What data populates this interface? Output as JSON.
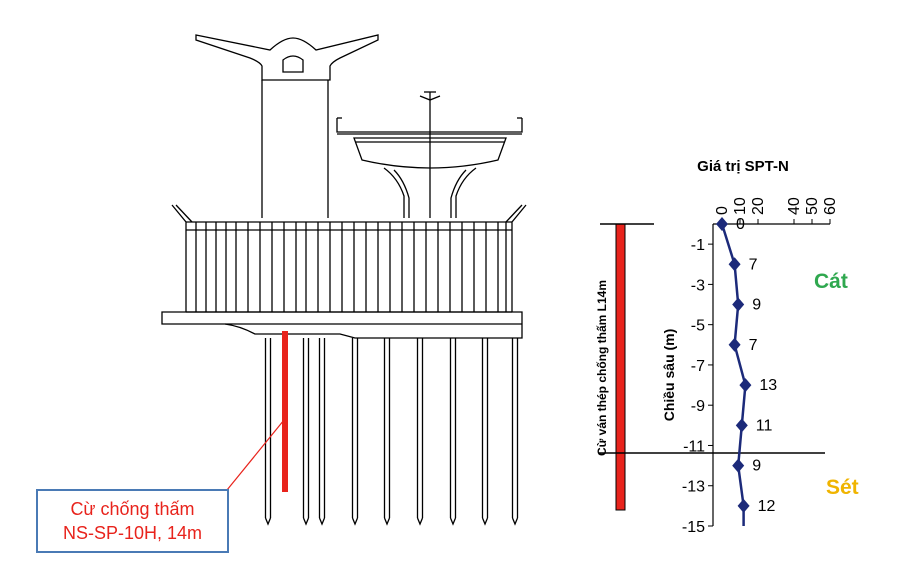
{
  "callout": {
    "line1": "Cừ chống thấm",
    "line2": "NS-SP-10H, 14m"
  },
  "sheet_pile_label": "Cừ ván thép chống thấm L14m",
  "soil_layers": {
    "upper": "Cát",
    "lower": "Sét"
  },
  "colors": {
    "structure": "#000000",
    "sheet_pile": "#e8231c",
    "spt_series": "#1c2a7a",
    "sand_label": "#2fa84f",
    "clay_label": "#f0b400",
    "callout_border": "#4a7ab5"
  },
  "chart_data": {
    "type": "line",
    "title": "Giá trị SPT-N",
    "xlabel": "",
    "ylabel": "Chiều sâu (m)",
    "x_ticks": [
      0,
      10,
      20,
      40,
      50,
      60
    ],
    "xlim": [
      0,
      60
    ],
    "y_ticks": [
      -1,
      -3,
      -5,
      -7,
      -9,
      -11,
      -13,
      -15
    ],
    "ylim": [
      -15,
      0
    ],
    "layer_boundary_depth": -11.5,
    "sheet_pile_depth_range": [
      0,
      -14
    ],
    "points": [
      {
        "depth": 0,
        "value": 0,
        "label": "0"
      },
      {
        "depth": -2,
        "value": 7,
        "label": "7"
      },
      {
        "depth": -4,
        "value": 9,
        "label": "9"
      },
      {
        "depth": -6,
        "value": 7,
        "label": "7"
      },
      {
        "depth": -8,
        "value": 13,
        "label": "13"
      },
      {
        "depth": -10,
        "value": 11,
        "label": "11"
      },
      {
        "depth": -12,
        "value": 9,
        "label": "9"
      },
      {
        "depth": -14,
        "value": 12,
        "label": "12"
      }
    ]
  }
}
